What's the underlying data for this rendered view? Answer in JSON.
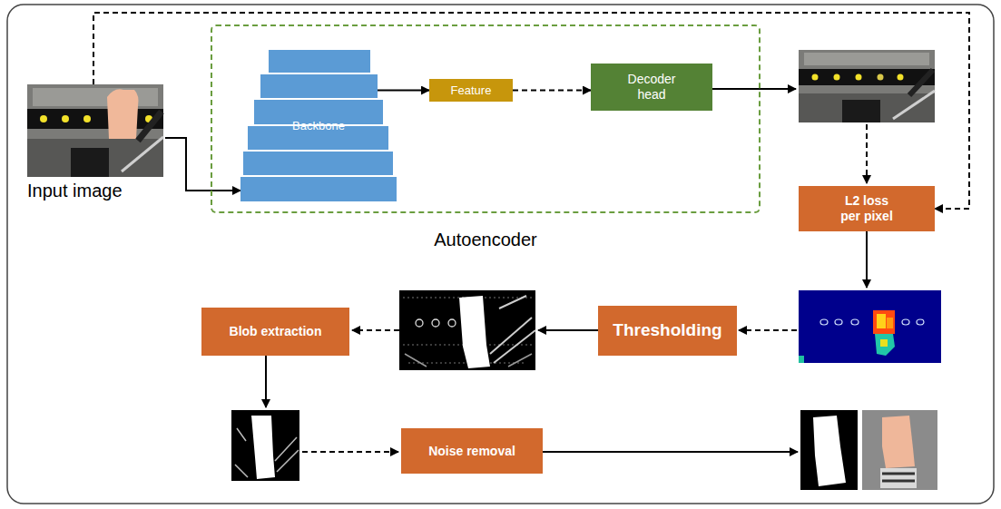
{
  "diagram": {
    "nodes": [
      {
        "text": [
          "Input image"
        ]
      },
      {
        "text": [
          "Autoencoder"
        ]
      },
      {
        "text": [
          "Backbone"
        ],
        "in": 1
      },
      {
        "text": [
          "Feature"
        ],
        "in": 1
      },
      {
        "text": [
          "Decoder head"
        ],
        "in": 1
      },
      {
        "text": [
          "L2 loss per pixel"
        ]
      },
      {
        "text": [
          "Thresholding"
        ]
      },
      {
        "text": [
          "Blob extraction"
        ]
      },
      {
        "text": [
          "Noise removal"
        ]
      }
    ],
    "edges": [
      {
        "from": 0,
        "to": 2,
        "arrow": "to"
      },
      {
        "from": 2,
        "to": 3,
        "arrow": "to"
      },
      {
        "from": 3,
        "to": 4,
        "arrow": "to"
      },
      {
        "from": 0,
        "to": 5,
        "arrow": "to"
      }
    ]
  }
}
